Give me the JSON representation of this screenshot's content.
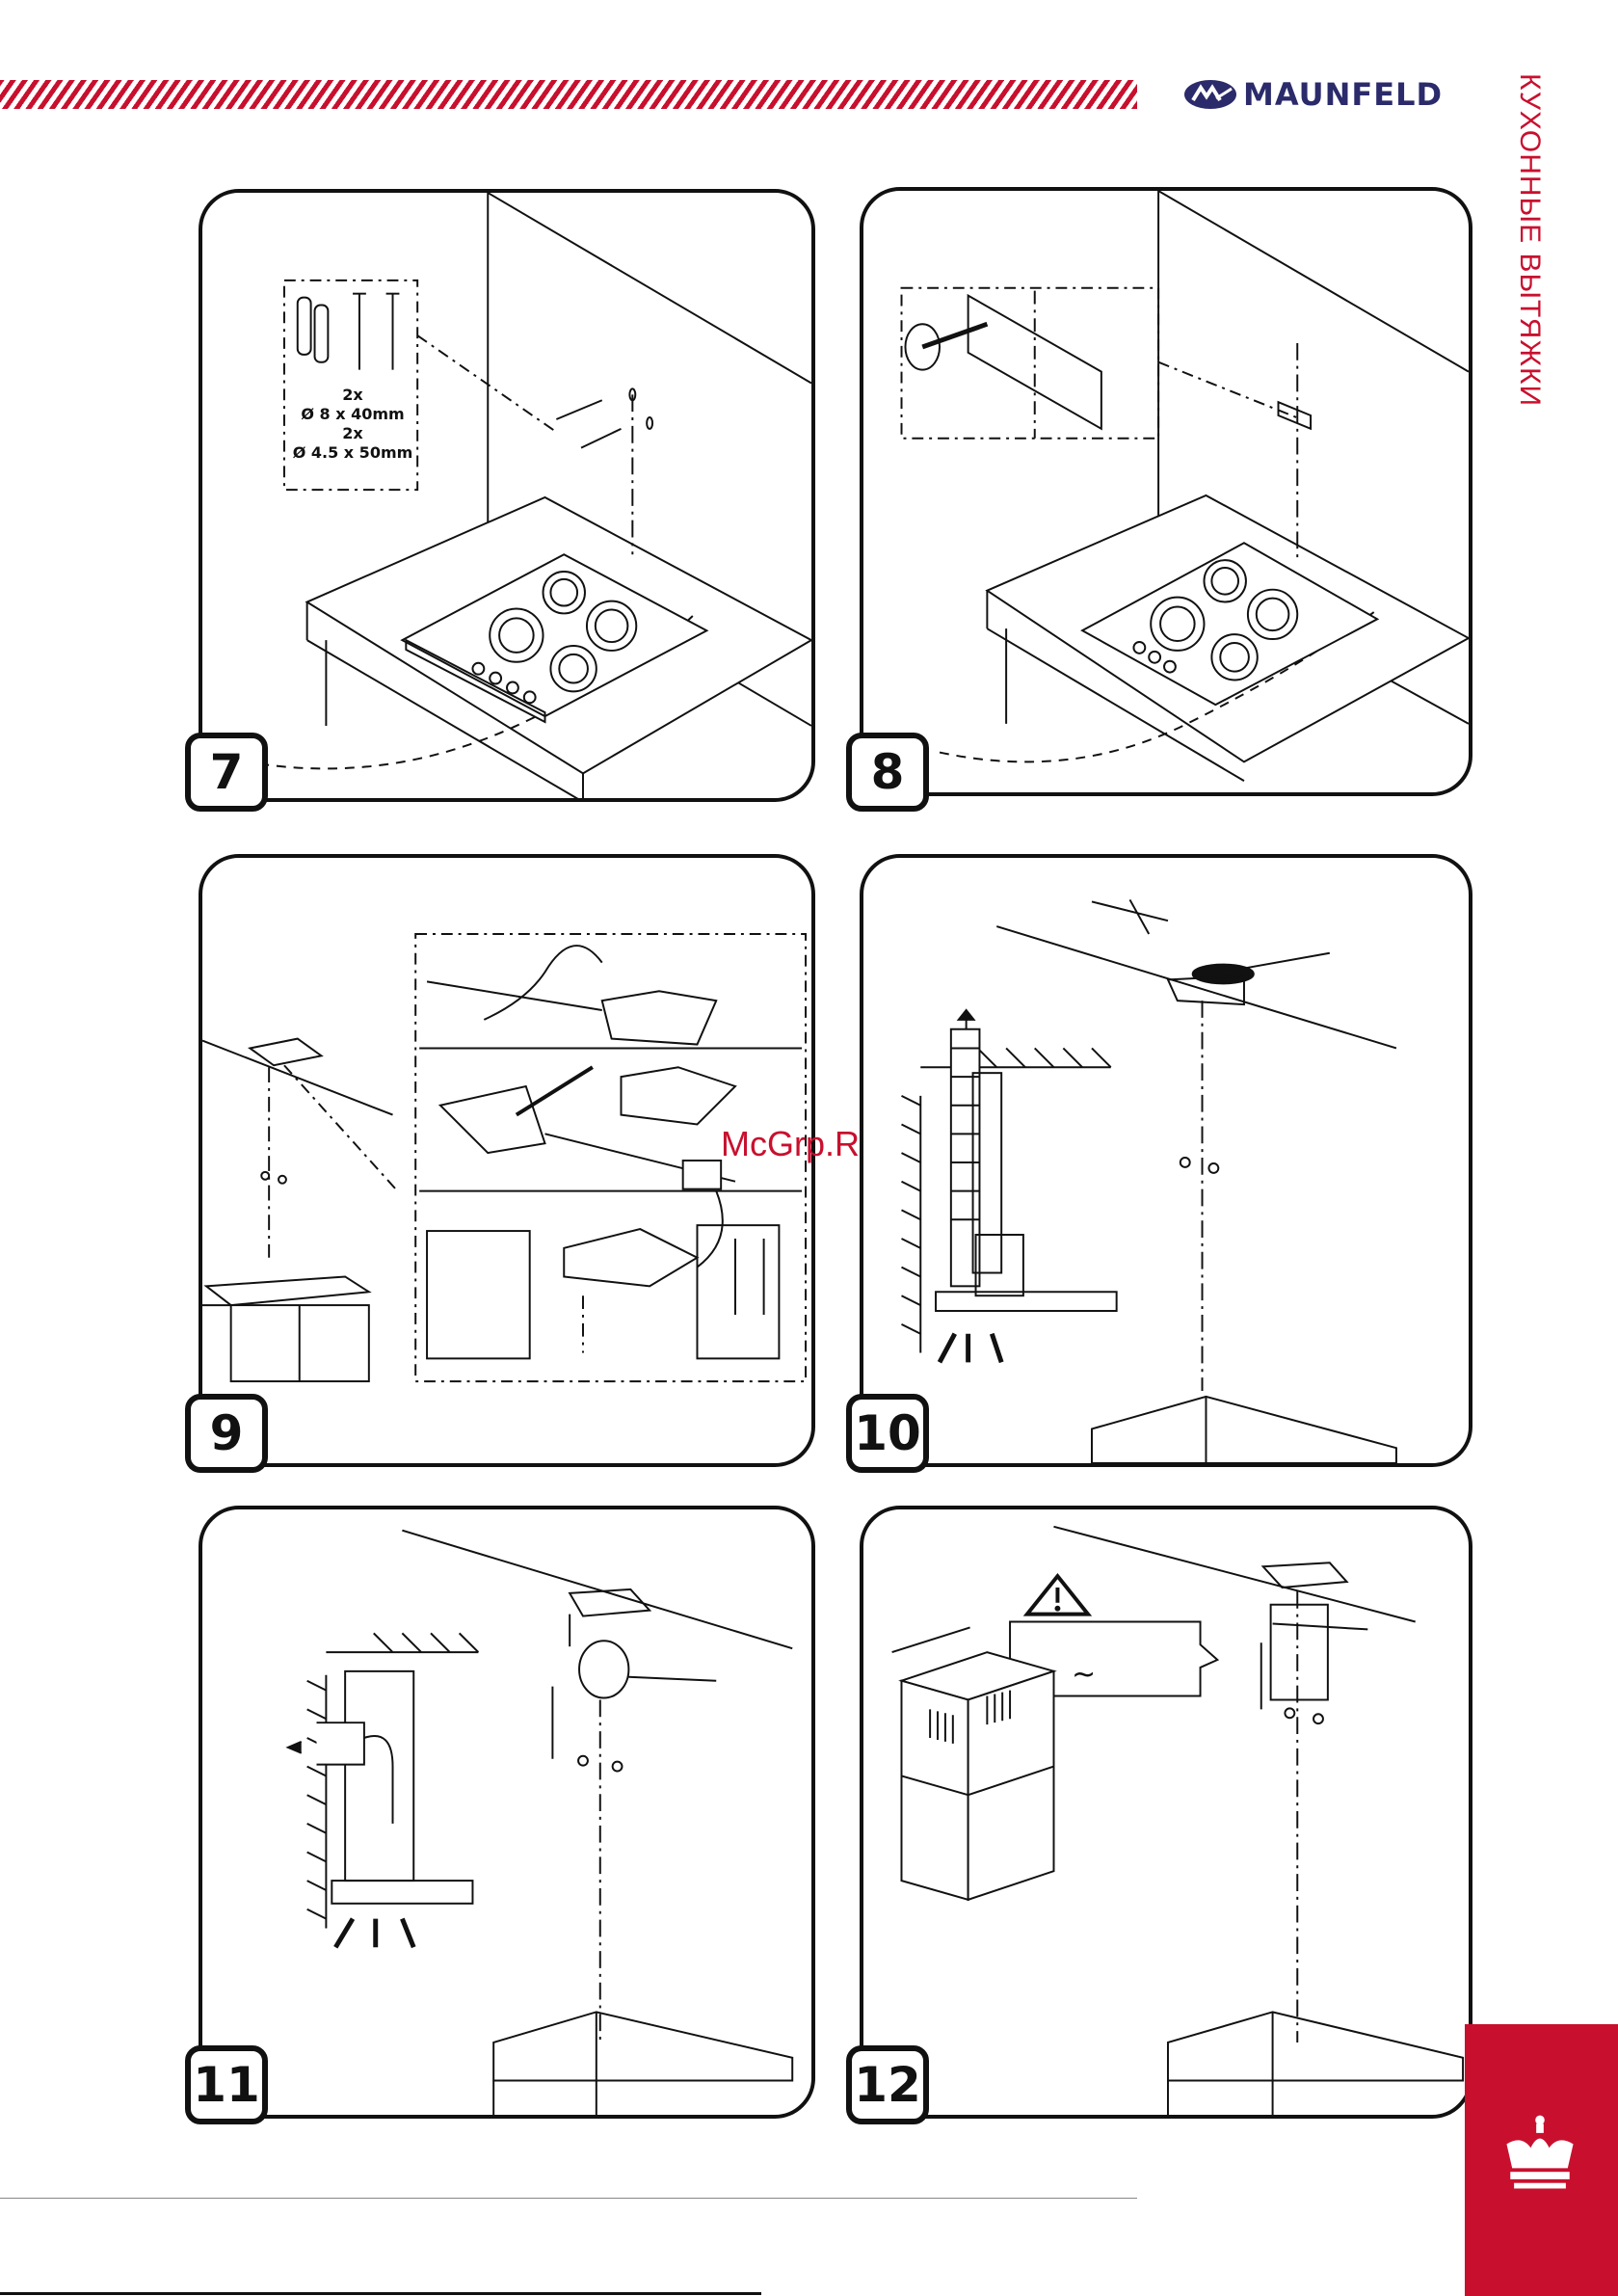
{
  "header": {
    "brand": "MAUNFELD",
    "section_title": "КУХОННЫЕ ВЫТЯЖКИ",
    "brand_color": "#2b2a6b",
    "accent_color": "#c8102e"
  },
  "steps": [
    {
      "number": "7",
      "label_lines": [
        "2x",
        "Ø 8 x 40mm",
        "2x",
        "Ø 4.5 x 50mm"
      ]
    },
    {
      "number": "8"
    },
    {
      "number": "9"
    },
    {
      "number": "10"
    },
    {
      "number": "11"
    },
    {
      "number": "12",
      "symbol": "~",
      "warning_icon": "warning-triangle-icon"
    }
  ],
  "watermark": "McGrp.Ru",
  "footer": {
    "emblem_icon": "crown-icon"
  }
}
